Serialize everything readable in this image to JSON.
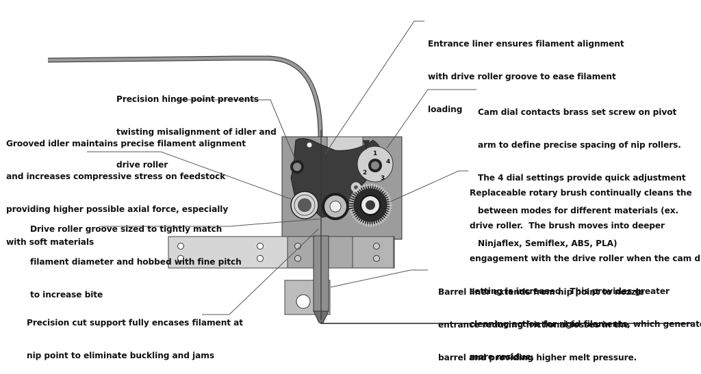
{
  "figure": {
    "subject": "filament extruder drive assembly",
    "callouts": [
      {
        "id": "entrance-liner",
        "lines": [
          "Entrance liner ensures filament alignment",
          "with drive roller groove to ease filament",
          "loading"
        ]
      },
      {
        "id": "hinge-point",
        "lines": [
          "Precision hinge point prevents",
          "twisting misalignment of idler and",
          "drive roller"
        ]
      },
      {
        "id": "cam-dial",
        "lines": [
          "Cam dial contacts brass set screw on pivot",
          "arm to define precise spacing of nip rollers.",
          "The 4 dial settings provide quick adjustment",
          "between modes for different materials (ex.",
          "Ninjaflex, Semiflex, ABS, PLA)"
        ]
      },
      {
        "id": "grooved-idler",
        "lines": [
          "Grooved idler maintains precise filament alignment",
          "and increases compressive stress on feedstock",
          "providing higher possible axial force, especially",
          "with soft materials"
        ]
      },
      {
        "id": "rotary-brush",
        "lines": [
          "Replaceable rotary brush continually cleans the",
          "drive roller.  The brush moves into deeper",
          "engagement with the drive roller when the cam dial",
          "setting is increased.  This provides greater",
          "cleaning action for rigid filaments, which generate",
          "more residue."
        ]
      },
      {
        "id": "drive-roller-groove",
        "lines": [
          "Drive roller groove sized to tightly match",
          "filament diameter and hobbed with fine pitch",
          "to increase bite"
        ]
      },
      {
        "id": "barrel-liner",
        "lines": [
          "Barrel liner extends from nip point to nozzle",
          "entrance reducing frictional losses in the",
          "barrel and providing higher melt pressure."
        ]
      },
      {
        "id": "cut-support",
        "lines": [
          "Precision cut support fully encases filament at",
          "nip point to eliminate buckling and jams"
        ]
      }
    ],
    "cam_dial_numbers": [
      "1",
      "2",
      "3",
      "4"
    ]
  }
}
